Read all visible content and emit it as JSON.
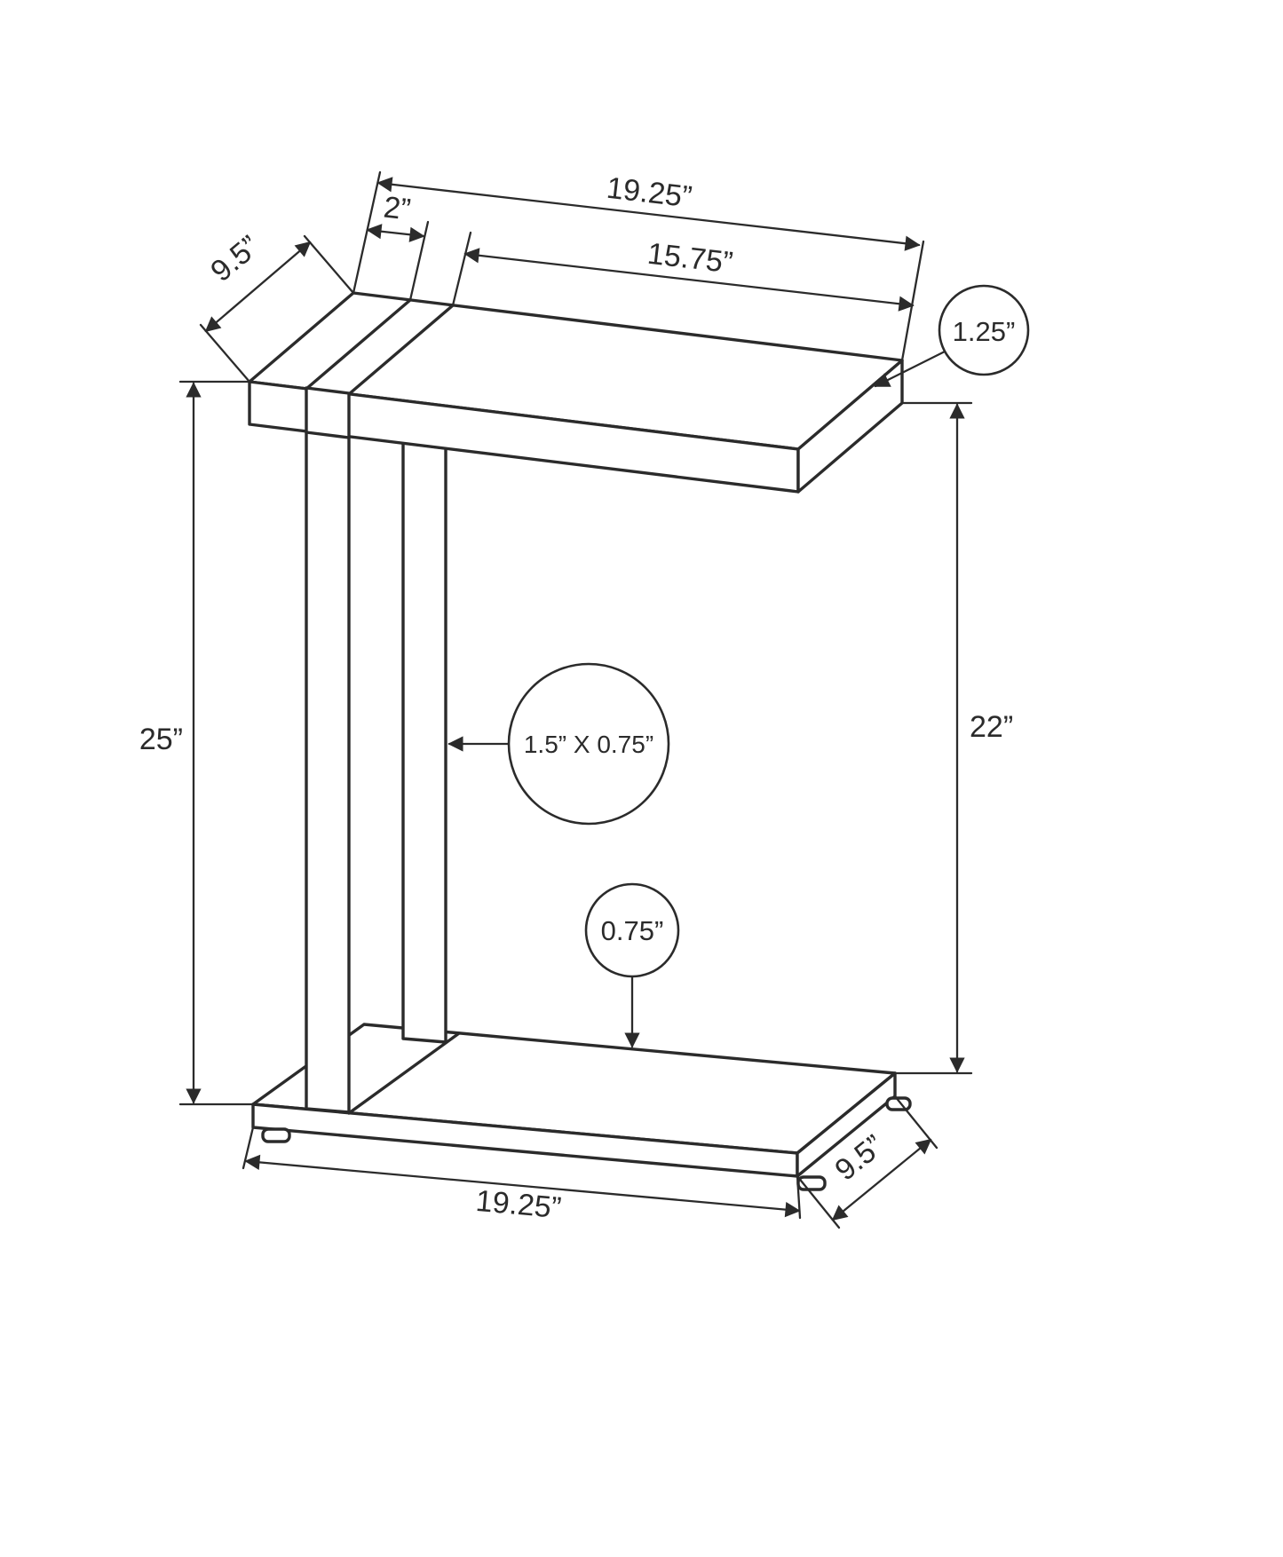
{
  "colors": {
    "background": "#ffffff",
    "ink": "#2b2b2b"
  },
  "labels": {
    "top_width": "19.25”",
    "top_edge_inset": "2”",
    "top_clear_width": "15.75”",
    "top_depth": "9.5”",
    "top_thickness": "1.25”",
    "overall_height": "25”",
    "open_height": "22”",
    "leg_cross_section": "1.5” X 0.75”",
    "base_thickness": "0.75”",
    "base_width": "19.25”",
    "base_depth": "9.5”"
  }
}
